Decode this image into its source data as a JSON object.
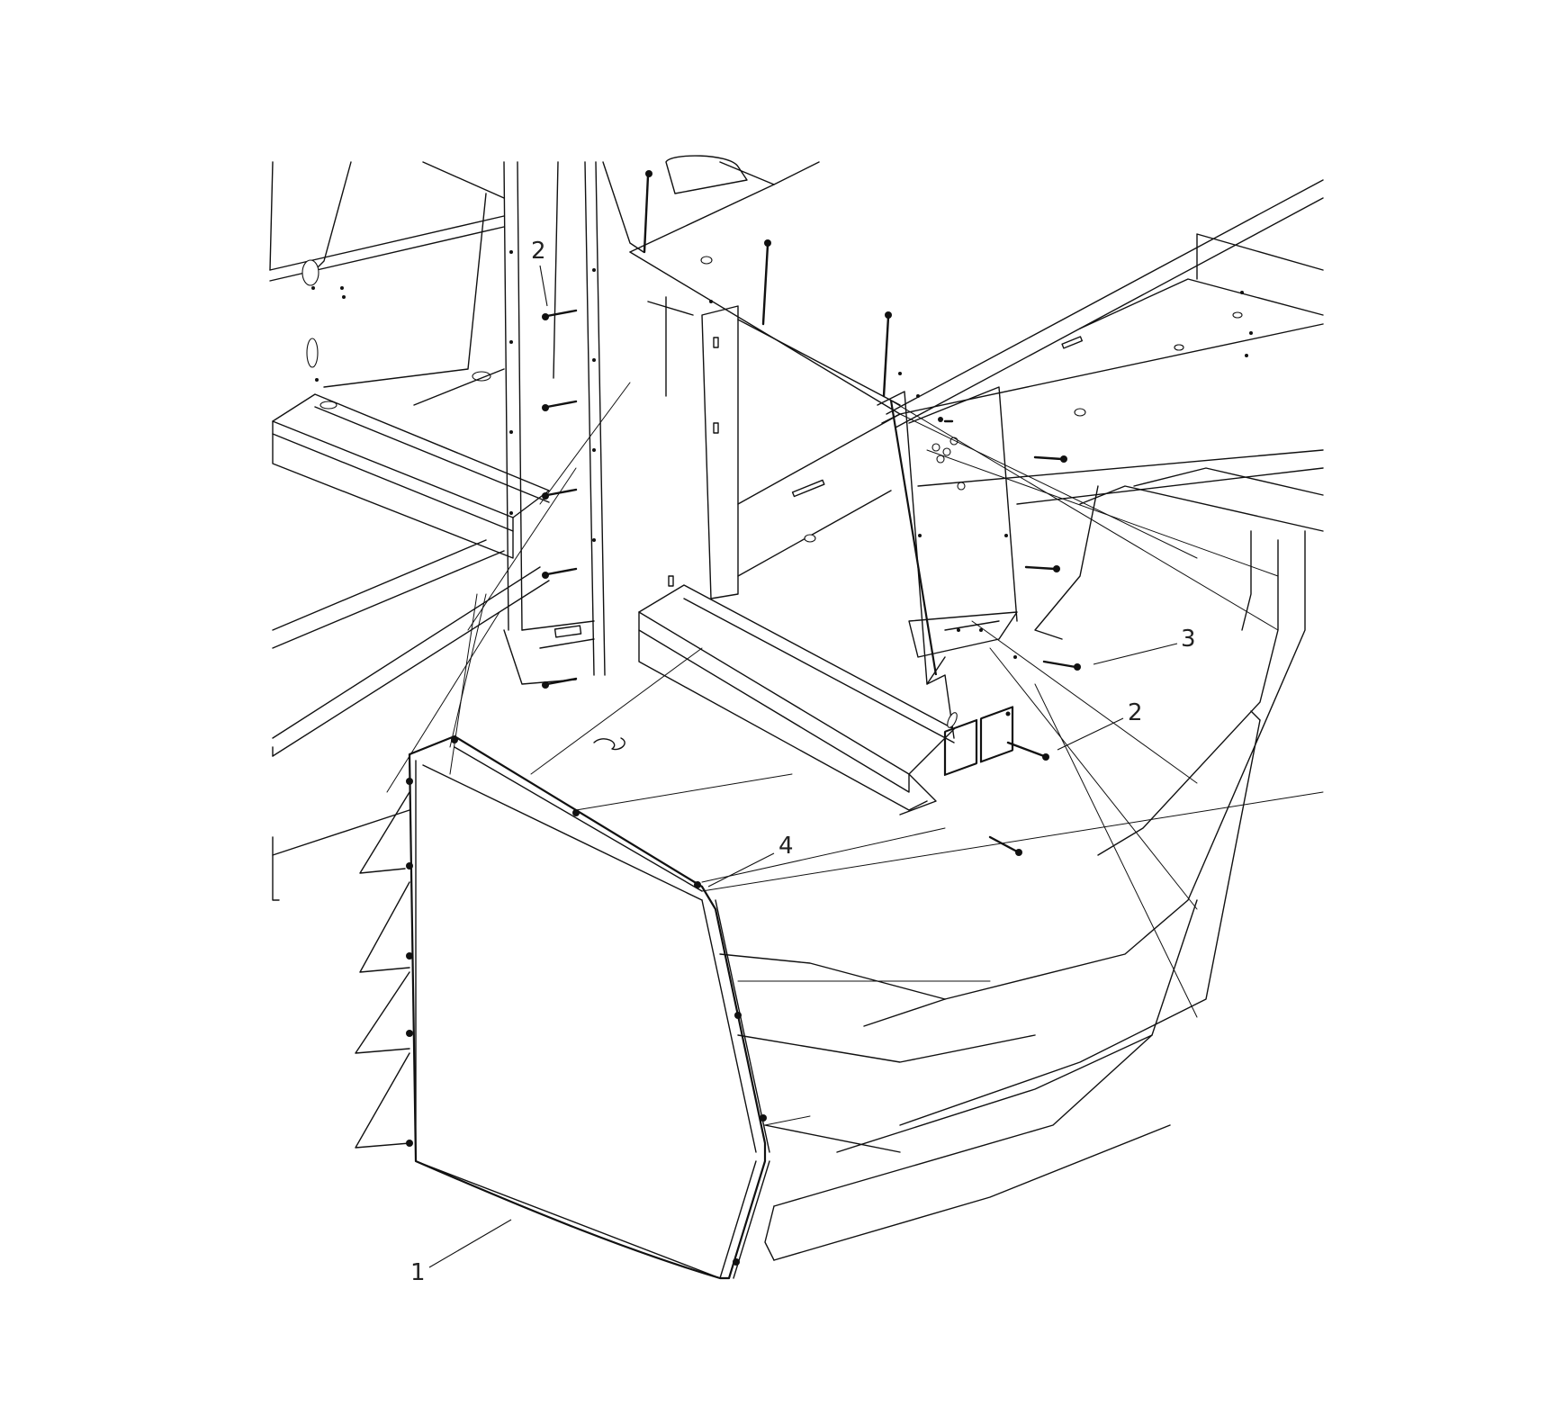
{
  "callouts": [
    {
      "id": "item-1",
      "label": "1"
    },
    {
      "id": "item-2-upper",
      "label": "2"
    },
    {
      "id": "item-2-right",
      "label": "2"
    },
    {
      "id": "item-3",
      "label": "3"
    },
    {
      "id": "item-4",
      "label": "4"
    }
  ]
}
